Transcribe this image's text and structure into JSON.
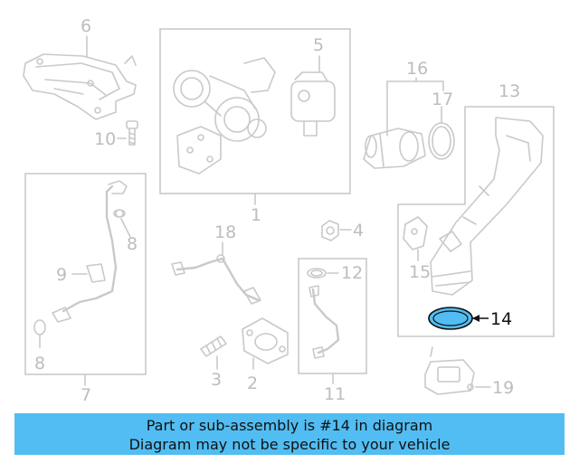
{
  "diagram": {
    "labels": {
      "n1": "1",
      "n2": "2",
      "n3": "3",
      "n4": "4",
      "n5": "5",
      "n6": "6",
      "n7": "7",
      "n8a": "8",
      "n8b": "8",
      "n9": "9",
      "n10": "10",
      "n11": "11",
      "n12": "12",
      "n13": "13",
      "n14": "14",
      "n15": "15",
      "n16": "16",
      "n17": "17",
      "n18": "18",
      "n19": "19"
    },
    "highlight": {
      "part": "14",
      "fill": "#52bdf2",
      "stroke": "#111111"
    }
  },
  "banner": {
    "line1": "Part or sub-assembly is #14 in diagram",
    "line2": "Diagram may not be specific to your vehicle",
    "color": "#52bdf2"
  }
}
